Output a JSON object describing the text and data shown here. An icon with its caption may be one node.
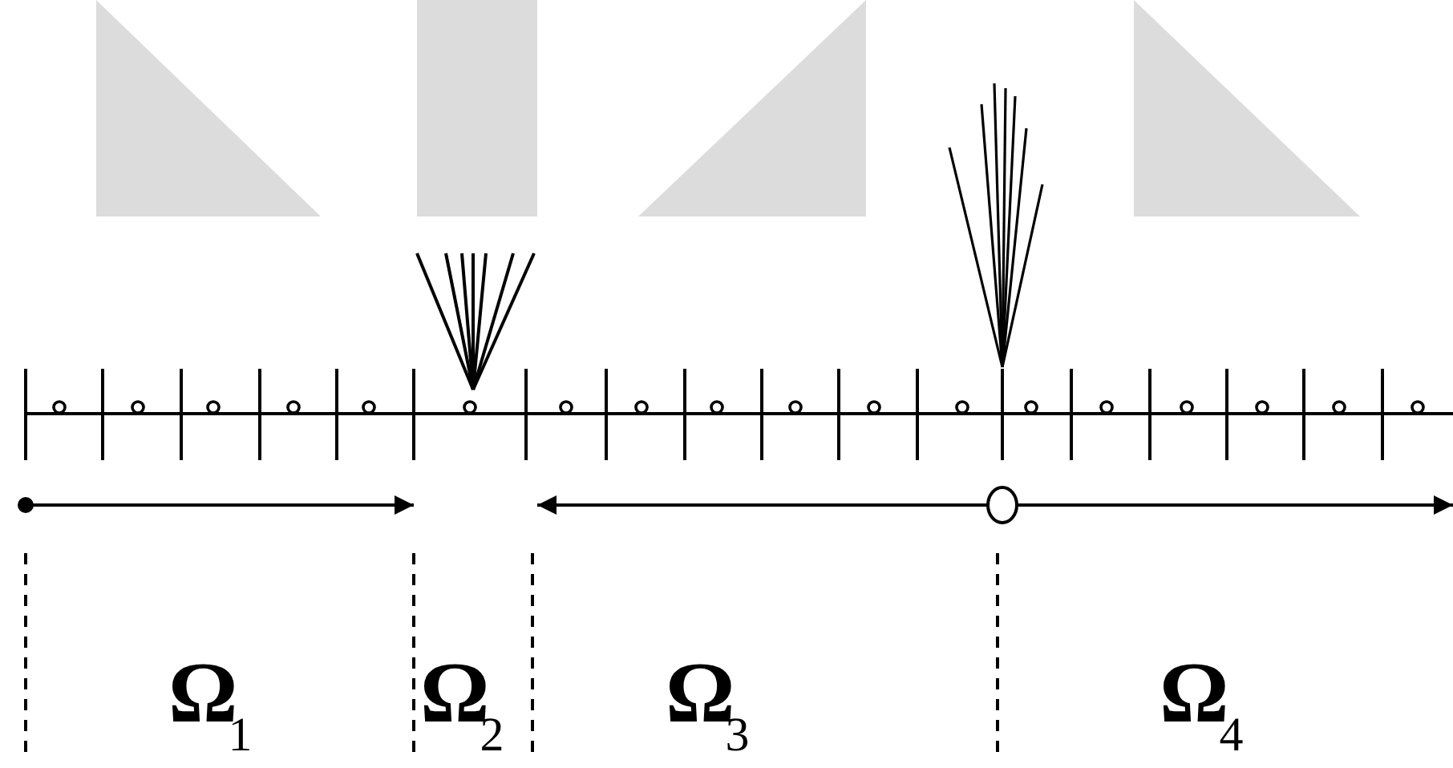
{
  "diagram": {
    "labels": [
      "Ω$_{1}$",
      "Ω$_{2}$",
      "Ω$_{3}$",
      "Ω$_{4}$"
    ]
  }
}
